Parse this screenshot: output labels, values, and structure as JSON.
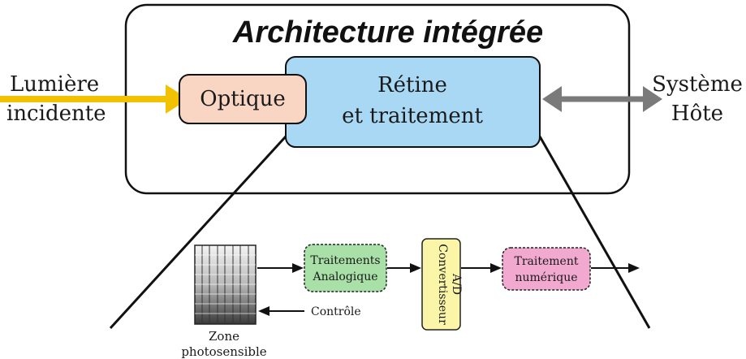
{
  "diagram": {
    "title": "Architecture intégrée",
    "light": {
      "line1": "Lumière",
      "line2": "incidente"
    },
    "optics": {
      "label": "Optique"
    },
    "retina": {
      "line1": "Rétine",
      "line2": "et traitement"
    },
    "host": {
      "line1": "Système",
      "line2": "Hôte"
    },
    "pipeline": {
      "analog": {
        "line1": "Traitements",
        "line2": "Analogique"
      },
      "adc": {
        "line1": "Convertisseur",
        "line2": "A/D"
      },
      "digital": {
        "line1": "Traitement",
        "line2": "numérique"
      },
      "control": "Contrôle",
      "sensor": {
        "line1": "Zone",
        "line2": "photosensible"
      }
    },
    "colors": {
      "light_arrow": "#f2c200",
      "host_arrow": "#7a7a7a",
      "optics_fill": "#f9d6c4",
      "retina_fill": "#a9d8f5",
      "analog_fill": "#a8e0a8",
      "adc_fill": "#fbf5a8",
      "digital_fill": "#f2a9cf"
    }
  }
}
